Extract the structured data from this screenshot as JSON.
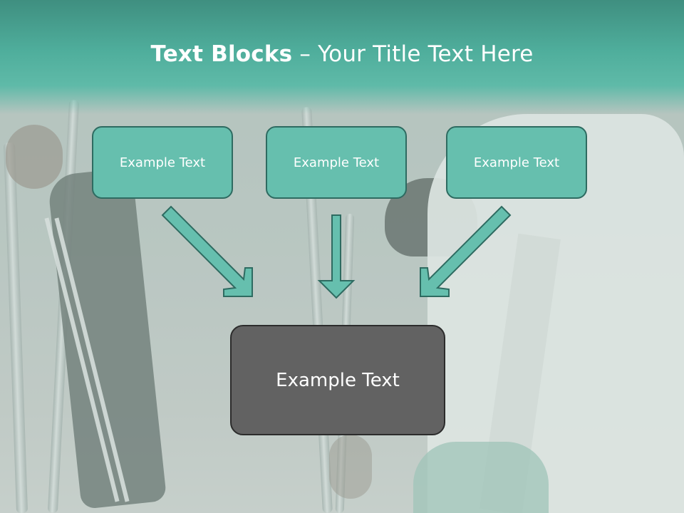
{
  "slide": {
    "title": {
      "bold": "Text Blocks",
      "separator": " – ",
      "regular": "Your Title Text Here"
    },
    "blocks": [
      {
        "text": "Example Text"
      },
      {
        "text": "Example Text"
      },
      {
        "text": "Example Text"
      }
    ],
    "result": {
      "text": "Example Text"
    }
  },
  "colors": {
    "title_bar": "#4fae9c",
    "block_fill": "#66bfae",
    "block_border": "#2e6b61",
    "arrow_fill": "#66bfae",
    "result_fill": "#626262"
  }
}
